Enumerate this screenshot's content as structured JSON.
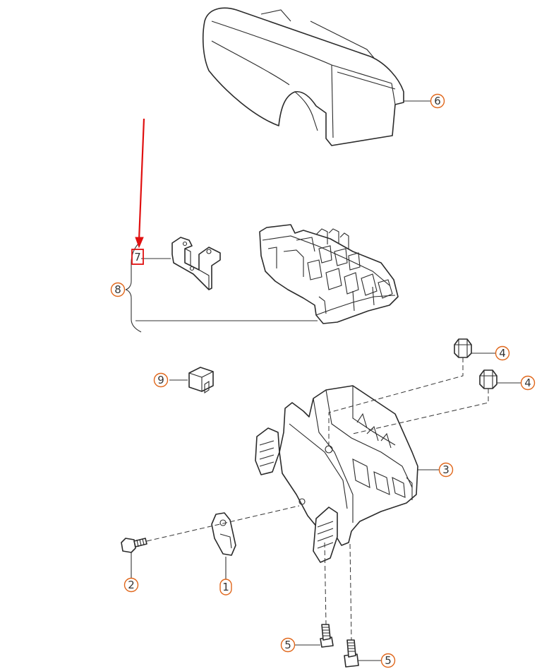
{
  "callouts": [
    {
      "label": "6"
    },
    {
      "label": "7"
    },
    {
      "label": "8"
    },
    {
      "label": "9"
    },
    {
      "label": "4"
    },
    {
      "label": "4"
    },
    {
      "label": "3"
    },
    {
      "label": "2"
    },
    {
      "label": "1"
    },
    {
      "label": "5"
    },
    {
      "label": "5"
    }
  ],
  "colors": {
    "callout_circle": "#e0661a",
    "callout_text": "#333333",
    "highlight": "#e01010",
    "line_art": "#2b2b2b"
  },
  "annotation": {
    "highlighted_callout": "7",
    "arrow_direction": "down"
  }
}
